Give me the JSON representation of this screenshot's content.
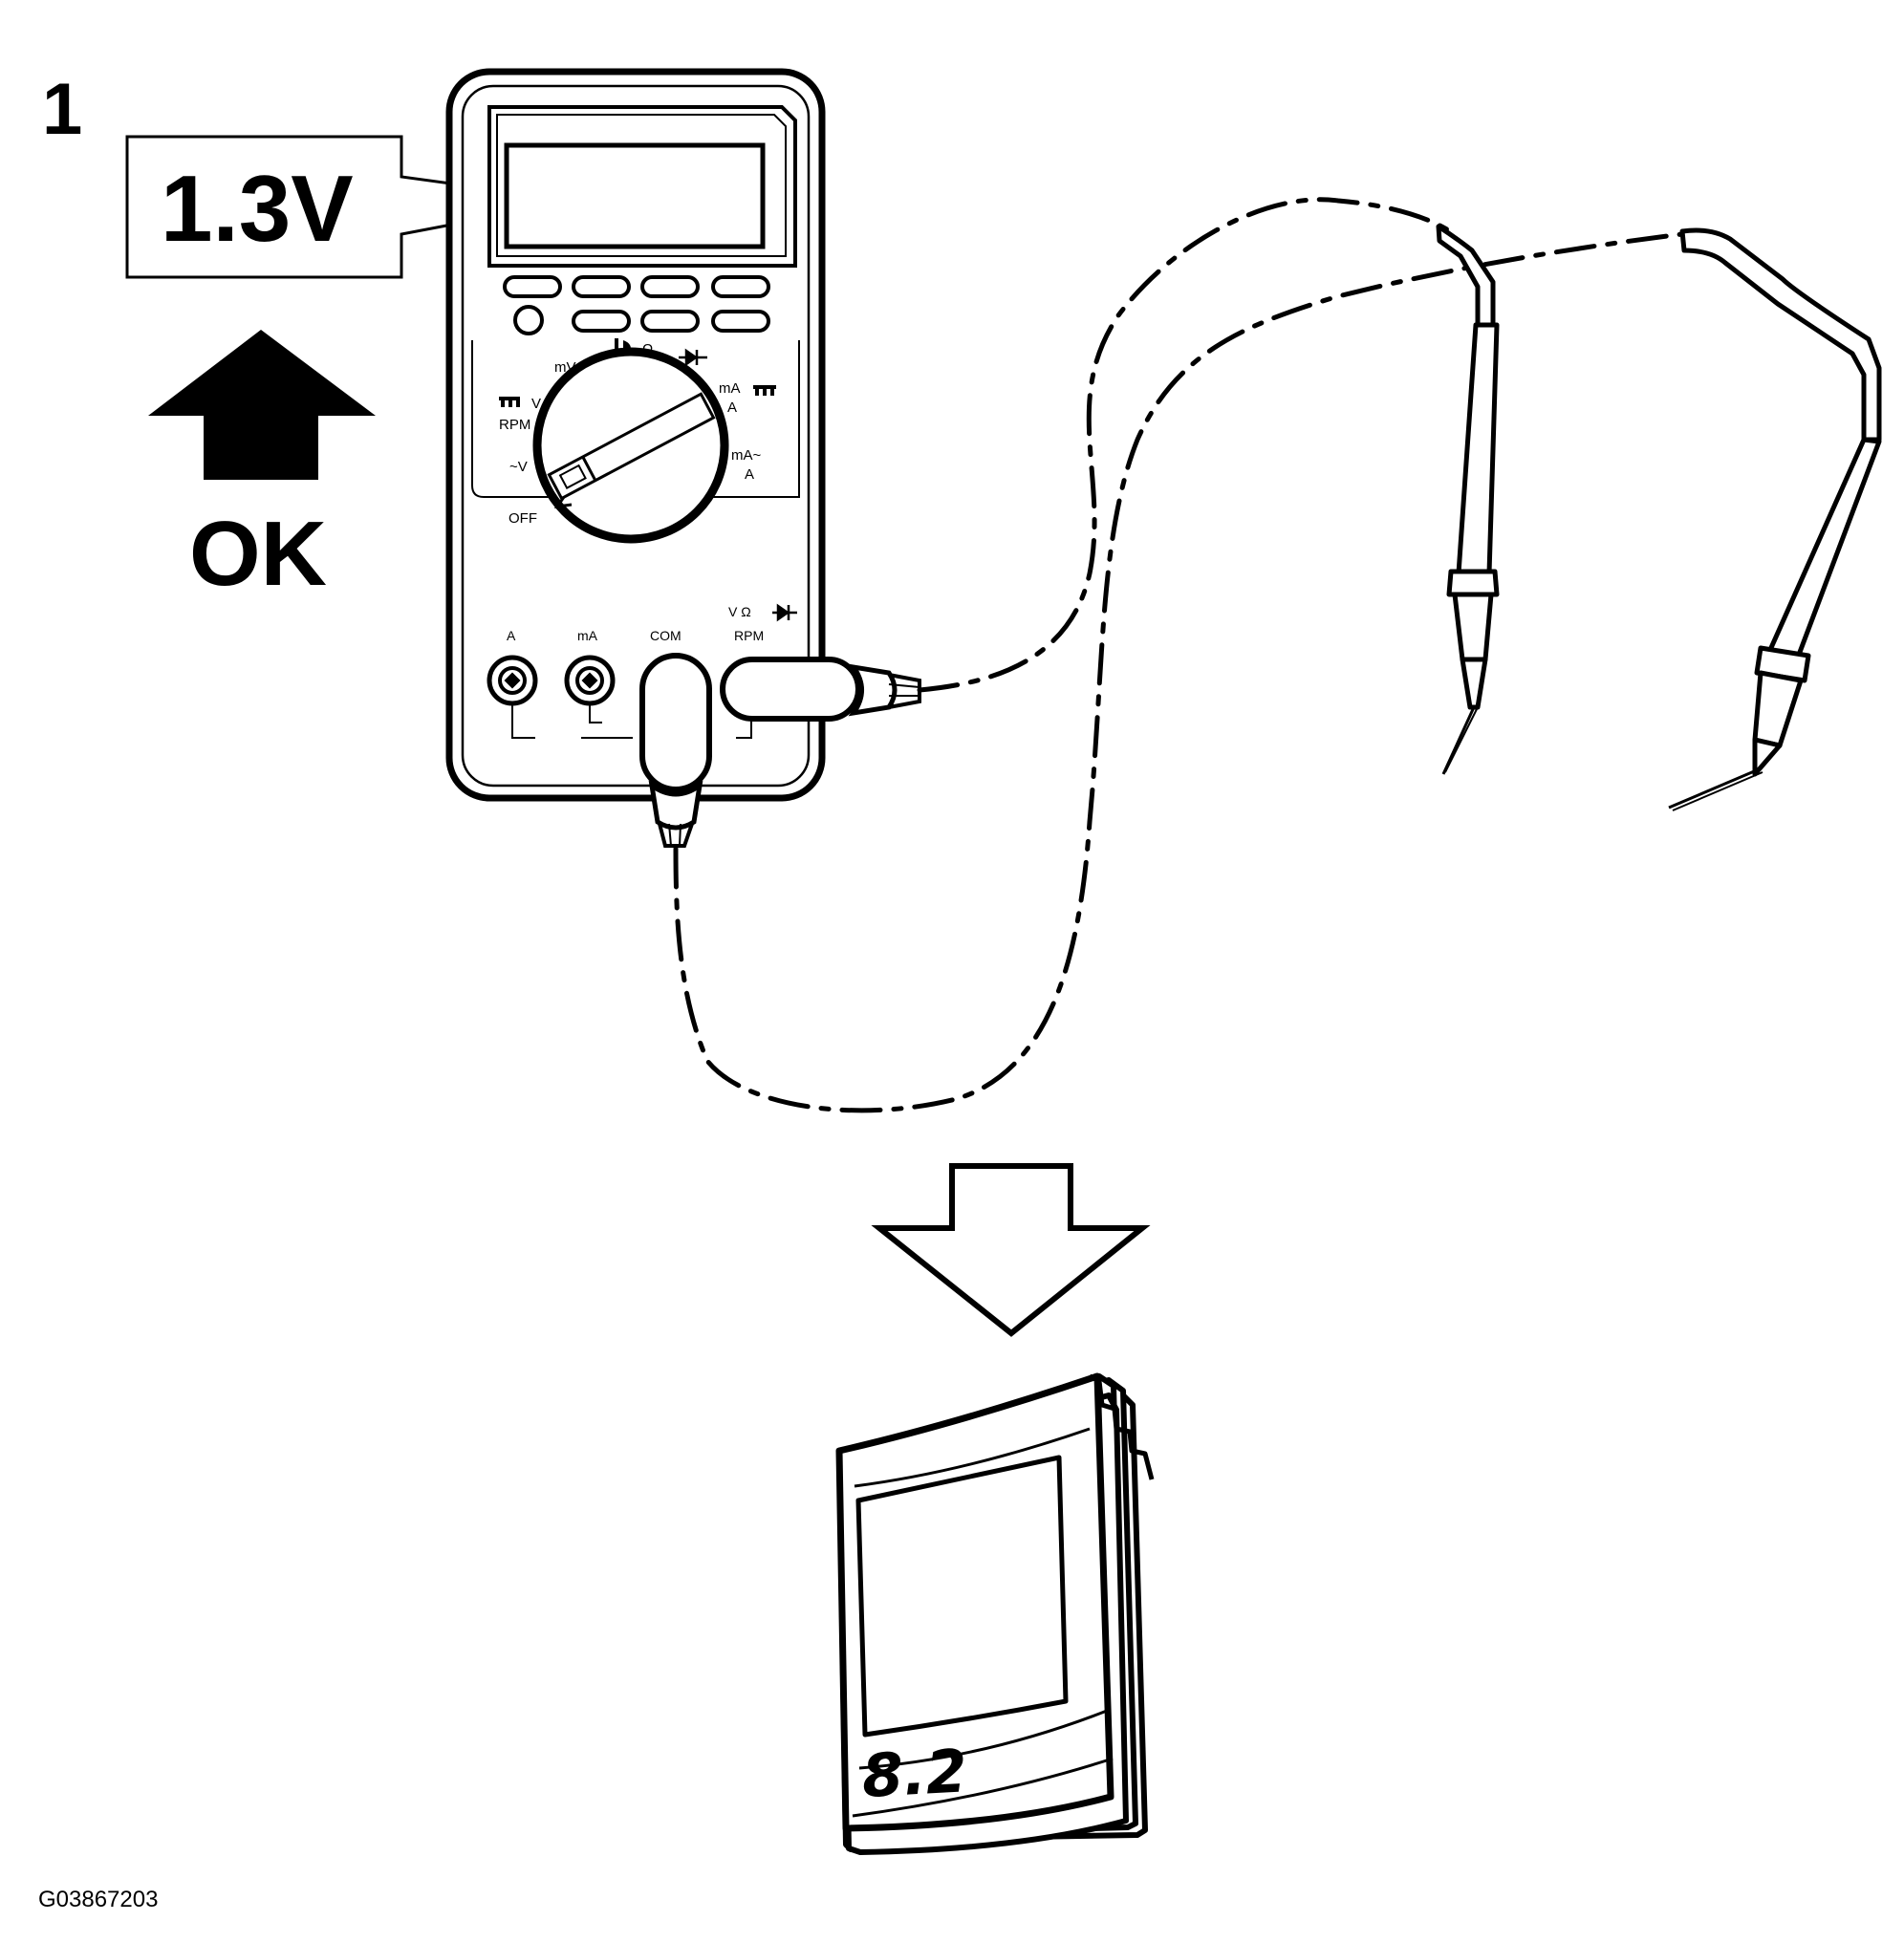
{
  "step_number": "1",
  "callout": {
    "reading": "1.3V"
  },
  "result": {
    "label": "OK"
  },
  "meter": {
    "dial_labels": {
      "mv": "mV",
      "ohm": "Ω",
      "v": "V",
      "rpm": "RPM",
      "ac_v": "~V",
      "off": "OFF",
      "ma": "mA",
      "a": "A",
      "ma_ac": "mA~",
      "a_ac": "A"
    },
    "jack_labels": {
      "a": "A",
      "ma": "mA",
      "com": "COM",
      "v_ohm": "V  Ω",
      "rpm": "RPM"
    }
  },
  "manual": {
    "label": "8.2"
  },
  "figure_id": "G03867203",
  "colors": {
    "ink": "#000000",
    "paper": "#ffffff"
  }
}
